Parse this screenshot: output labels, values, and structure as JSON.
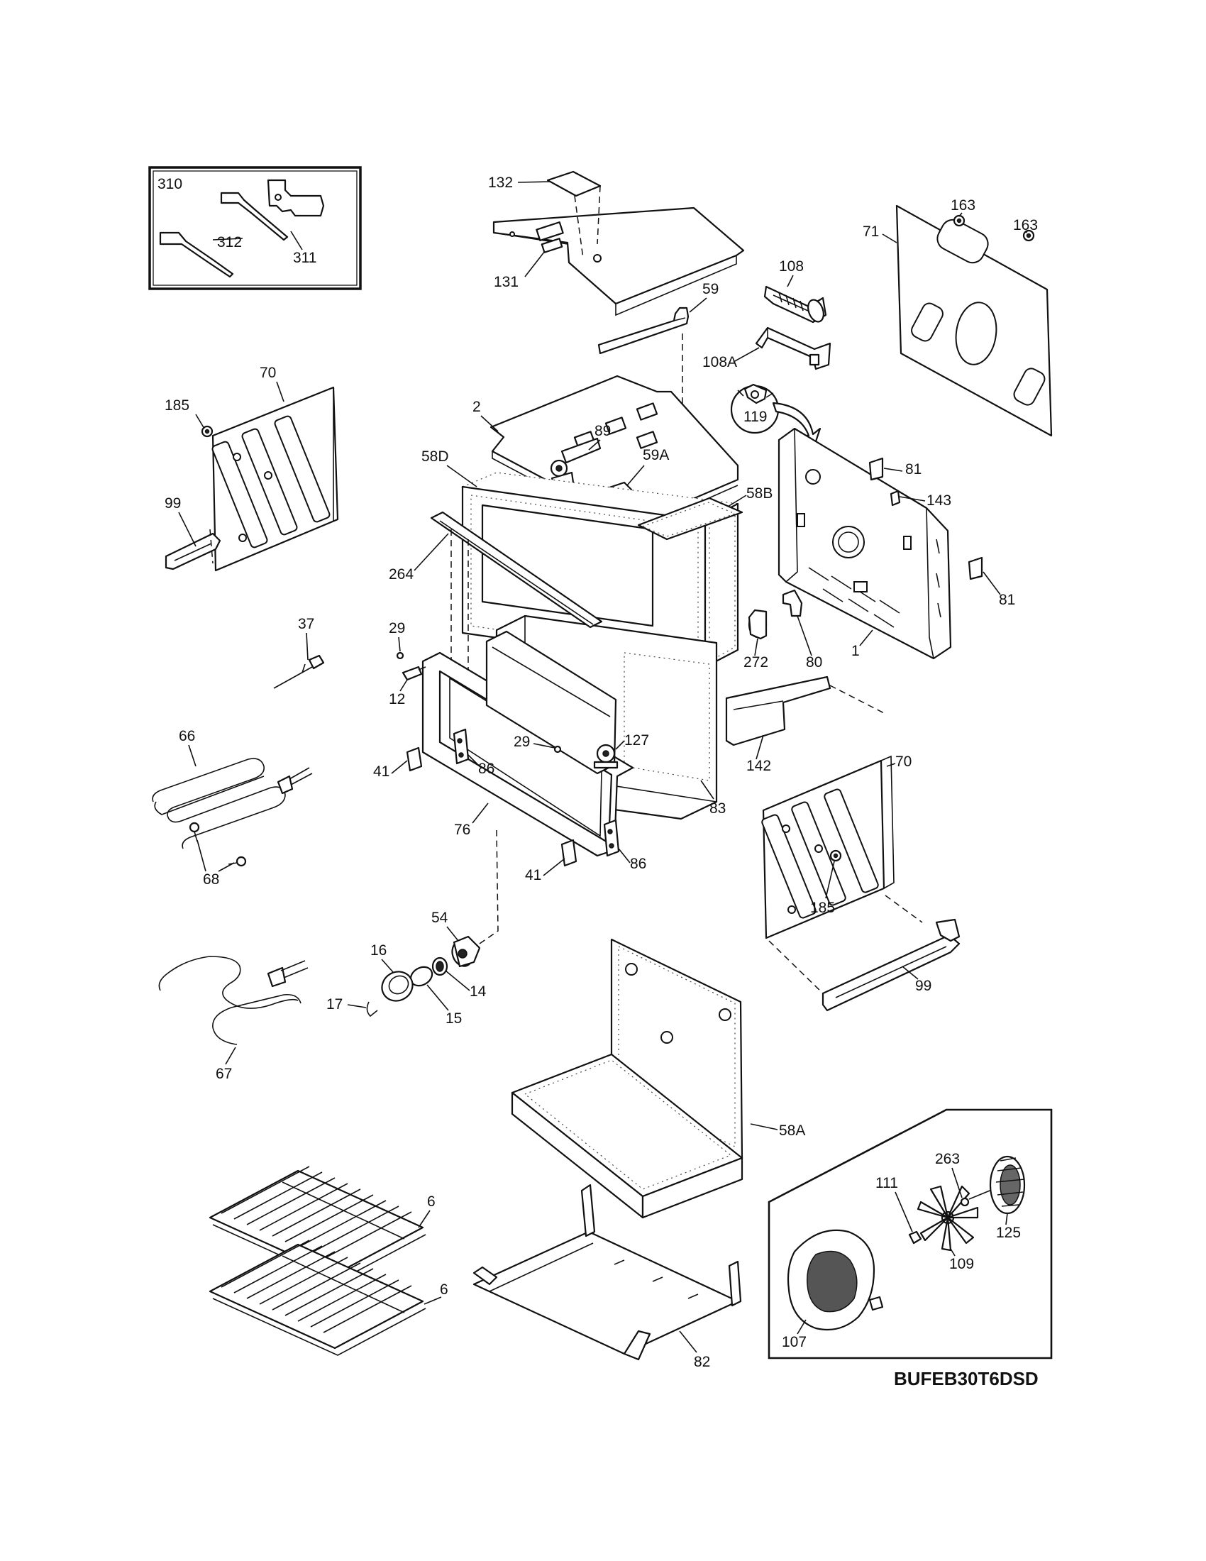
{
  "diagram": {
    "model_code": "BUFEB30T6DSD",
    "callouts": {
      "inset_kit": "310",
      "inset_part_a": "312",
      "inset_part_b": "311",
      "top_cover_plate": "132",
      "top_panel": "131",
      "vent_tube": "59",
      "back_panel_outer": "71",
      "nut_a": "163",
      "nut_b": "163",
      "blower": "108",
      "blower_bracket": "108A",
      "thermostat": "119",
      "side_panel_left": "70",
      "nut_left": "185",
      "rail_left": "99",
      "top_wrapper": "2",
      "sensor_bracket": "89",
      "bracket_59a": "59A",
      "insulation_top": "58D",
      "insulation_side": "58B",
      "back_wall": "1",
      "clip_81_top": "81",
      "clip_143": "143",
      "clip_81_right": "81",
      "trim_264": "264",
      "screw_29_top": "29",
      "probe_37": "37",
      "stud_12": "12",
      "screw_29_inner": "29",
      "switch_127": "127",
      "bumper_272": "272",
      "bracket_80": "80",
      "bake_element": "66",
      "hinge_41_top": "41",
      "hinge_86_top": "86",
      "front_frame": "76",
      "channel_142": "142",
      "oven_liner": "83",
      "side_panel_right": "70",
      "screw_68": "68",
      "hinge_41_bottom": "41",
      "hinge_86_bottom": "86",
      "nut_right": "185",
      "lamp_socket": "54",
      "lamp_cover": "16",
      "lamp_spring": "14",
      "lamp_bulb": "15",
      "rail_right": "99",
      "wire_17": "17",
      "broil_element": "67",
      "insulation_bottom": "58A",
      "rack_upper": "6",
      "rack_lower": "6",
      "fan_nut": "263",
      "fan_nut_111": "111",
      "fan_motor": "125",
      "fan_blade": "109",
      "fan_cover": "107",
      "bottom_tray": "82"
    }
  }
}
